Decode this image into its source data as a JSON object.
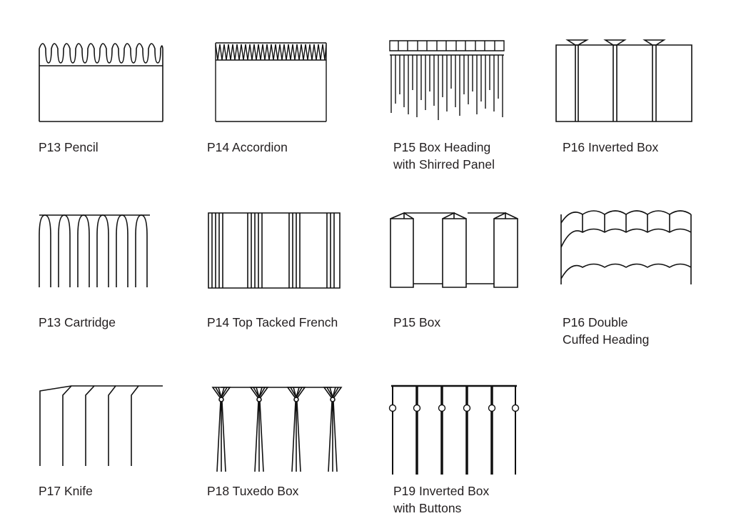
{
  "pleats": [
    {
      "id": "pencil",
      "lines": [
        "P13 Pencil"
      ]
    },
    {
      "id": "accordion",
      "lines": [
        "P14 Accordion"
      ]
    },
    {
      "id": "box-shirred",
      "lines": [
        "P15 Box Heading",
        "with Shirred Panel"
      ]
    },
    {
      "id": "inverted-box",
      "lines": [
        "P16 Inverted Box"
      ]
    },
    {
      "id": "cartridge",
      "lines": [
        "P13 Cartridge"
      ]
    },
    {
      "id": "top-tacked-french",
      "lines": [
        "P14 Top Tacked French"
      ]
    },
    {
      "id": "box",
      "lines": [
        "P15 Box"
      ]
    },
    {
      "id": "double-cuffed",
      "lines": [
        "P16 Double",
        "Cuffed Heading"
      ]
    },
    {
      "id": "knife",
      "lines": [
        "P17 Knife"
      ]
    },
    {
      "id": "tuxedo-box",
      "lines": [
        "P18 Tuxedo Box"
      ]
    },
    {
      "id": "inverted-box-buttons",
      "lines": [
        "P19 Inverted Box",
        "with Buttons"
      ]
    }
  ]
}
